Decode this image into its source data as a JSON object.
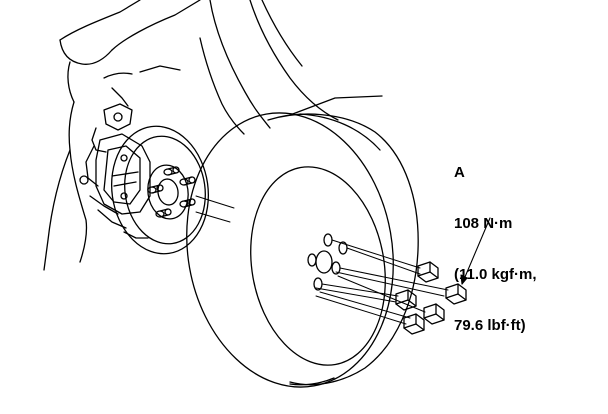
{
  "callout": {
    "letter": "A",
    "torque_nm": "108 N·m",
    "torque_kgf": "(11.0 kgf·m,",
    "torque_lbf": "79.6 lbf·ft)"
  },
  "colors": {
    "line": "#000000",
    "background": "#ffffff"
  }
}
